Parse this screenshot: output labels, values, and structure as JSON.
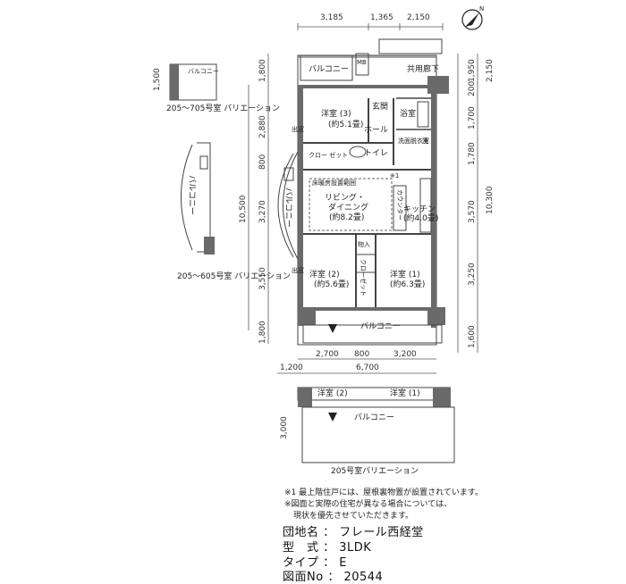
{
  "dims_top": [
    "3,185",
    "1,365",
    "2,150"
  ],
  "dims_left": [
    "1,800",
    "2,880",
    "800",
    "3,270",
    "3,550",
    "1,800"
  ],
  "dims_left_total": "10,500",
  "dims_right": [
    "1,950",
    "2,150",
    "200",
    "1,700",
    "1,780",
    "3,570",
    "10,300",
    "3,250",
    "1,600"
  ],
  "dims_bottom": [
    "2,700",
    "800",
    "3,200",
    "1,200",
    "6,700"
  ],
  "rooms": {
    "balcony_top": "バルコニー",
    "corridor": "共用廊下",
    "western3": "洋室 (3)",
    "western3_area": "(約5.1畳)",
    "entrance": "玄関",
    "bath": "浴室",
    "hall": "ホール",
    "wash": "洗面脱衣室",
    "wash_short": "洗",
    "closet": "クロー\nゼット",
    "toilet": "トイレ",
    "floor_heat": "床暖房設置範囲",
    "living": "リビング・",
    "dining": "ダイニング",
    "living_area": "(約8.2畳)",
    "kitchen": "キッチン",
    "kitchen_area": "(約4.0畳)",
    "counter": "カウンター",
    "balcony_left": "バルコニー",
    "storage": "物入",
    "closet2": "クローゼット",
    "western2": "洋室 (2)",
    "western2_area": "(約5.6畳)",
    "western1": "洋室 (1)",
    "western1_area": "(約6.3畳)",
    "bay": "出窓",
    "bay2": "出窓",
    "balcony_bottom": "バルコニー",
    "mb": "MB",
    "note_mark": "※1"
  },
  "variations": {
    "v705_dim": "1,500",
    "v705_label": "バルコニー",
    "v705_caption": "205～705号室\nバリエーション",
    "v605_label": "バルコニー",
    "v605_caption": "205～605号室\nバリエーション",
    "v205_west2": "洋室 (2)",
    "v205_west1": "洋室 (1)",
    "v205_balcony": "バルコニー",
    "v205_dim": "3,000",
    "v205_caption": "205号室バリエーション"
  },
  "notes": [
    "※1 最上階住戸には、屋根裏物置が設置されています。",
    "※図面と実際の住宅が異なる場合については、",
    "現状を優先させていただきます。"
  ],
  "info": {
    "name_label": "団地名",
    "name_value": "フレール西経堂",
    "type_label": "型　式",
    "type_value": "3LDK",
    "kind_label": "タイプ",
    "kind_value": "E",
    "no_label": "図面No",
    "no_value": "20544"
  },
  "north_label": "N"
}
